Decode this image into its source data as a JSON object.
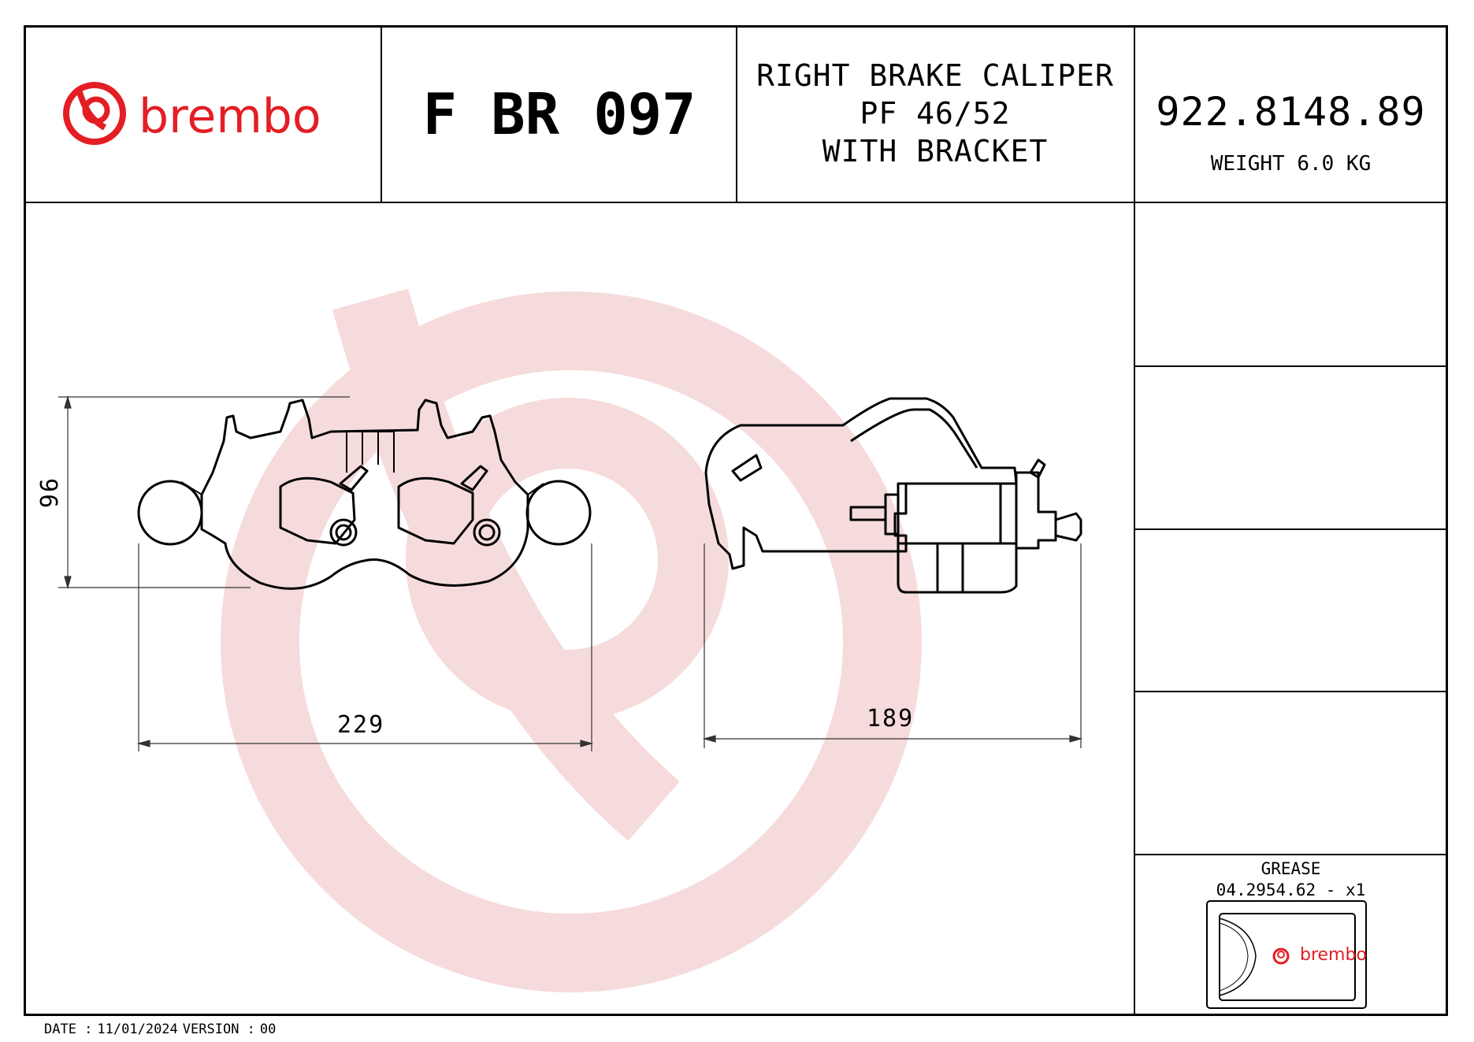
{
  "header": {
    "brand": "brembo",
    "product_code": "F BR 097",
    "description_lines": [
      "RIGHT BRAKE CALIPER",
      "PF 46/52",
      "WITH BRACKET"
    ],
    "part_number": "922.8148.89",
    "weight": "WEIGHT 6.0 KG"
  },
  "dimensions": {
    "front_height": "96",
    "front_width": "229",
    "side_width": "189"
  },
  "grease": {
    "title": "GREASE",
    "code": "04.2954.62  - x1",
    "package_brand": "brembo"
  },
  "footer": {
    "date_label": "DATE :",
    "date": "11/01/2024",
    "version_label": "VERSION :",
    "version": "00"
  },
  "colors": {
    "brand_red": "#e31e24",
    "watermark": "#f6d5d6"
  }
}
